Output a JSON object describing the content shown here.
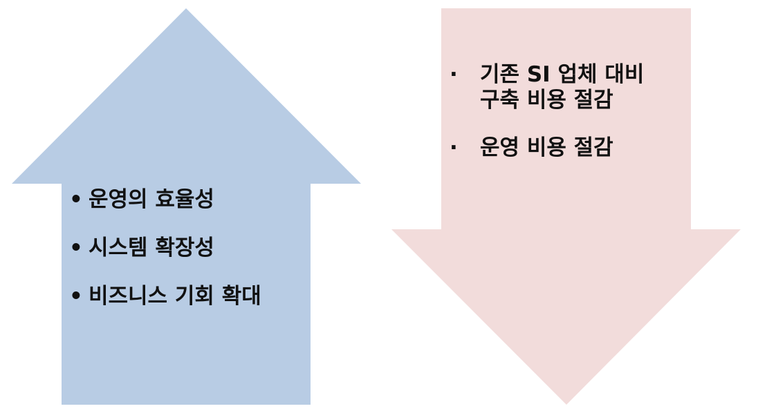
{
  "colors": {
    "up_arrow": "#b8cce4",
    "down_arrow": "#f2dcdb",
    "text": "#111111"
  },
  "up_arrow": {
    "direction": "up",
    "items": [
      {
        "label": "운영의 효율성"
      },
      {
        "label": "시스템 확장성"
      },
      {
        "label": "비즈니스 기회 확대"
      }
    ]
  },
  "down_arrow": {
    "direction": "down",
    "items": [
      {
        "label": "기존 SI 업체 대비\n구축 비용 절감"
      },
      {
        "label": "운영 비용 절감"
      }
    ]
  }
}
